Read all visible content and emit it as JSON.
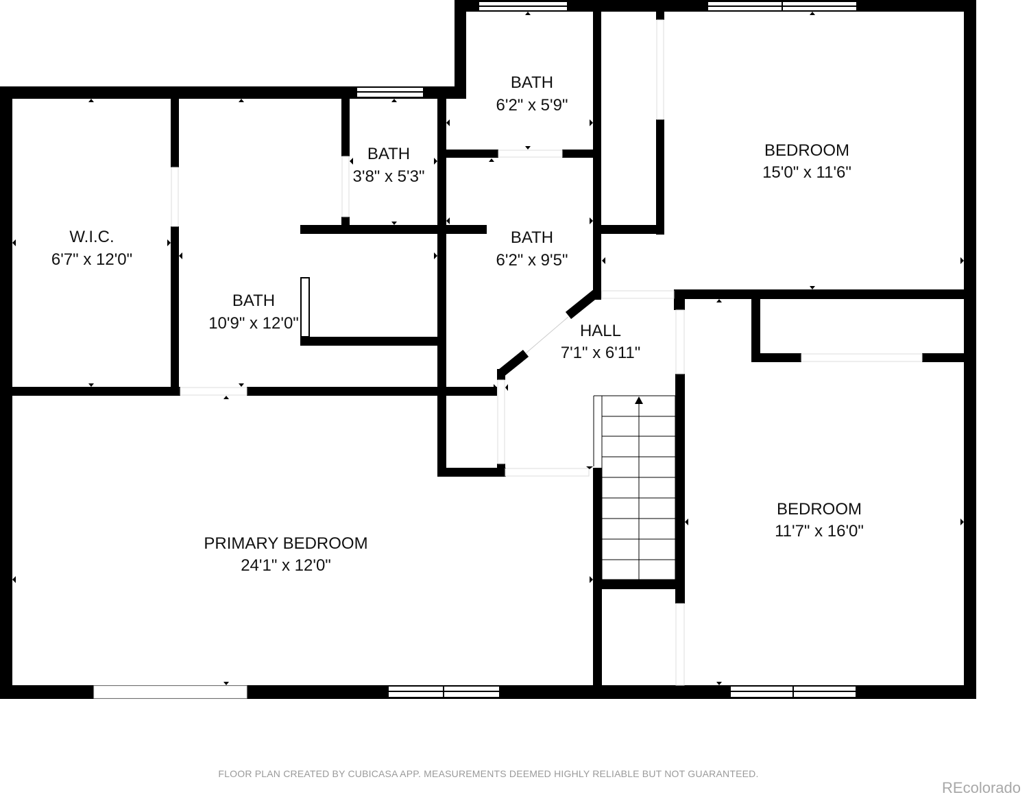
{
  "rooms": {
    "wic": {
      "name": "W.I.C.",
      "dims": "6'7\" x 12'0\""
    },
    "bath_large": {
      "name": "BATH",
      "dims": "10'9\" x 12'0\""
    },
    "bath_small": {
      "name": "BATH",
      "dims": "3'8\" x 5'3\""
    },
    "bath_upper": {
      "name": "BATH",
      "dims": "6'2\" x 5'9\""
    },
    "bath_middle": {
      "name": "BATH",
      "dims": "6'2\" x 9'5\""
    },
    "bedroom_ne": {
      "name": "BEDROOM",
      "dims": "15'0\" x 11'6\""
    },
    "hall": {
      "name": "HALL",
      "dims": "7'1\" x 6'11\""
    },
    "primary": {
      "name": "PRIMARY BEDROOM",
      "dims": "24'1\" x 12'0\""
    },
    "bedroom_se": {
      "name": "BEDROOM",
      "dims": "11'7\" x 16'0\""
    }
  },
  "footer": {
    "disclaimer": "FLOOR PLAN CREATED BY CUBICASA APP. MEASUREMENTS DEEMED HIGHLY RELIABLE BUT NOT GUARANTEED.",
    "brand": "REcolorado"
  },
  "colors": {
    "wall": "#000000",
    "window": "#ffffff",
    "text": "#111111",
    "footer_text": "#9a9a9a"
  }
}
